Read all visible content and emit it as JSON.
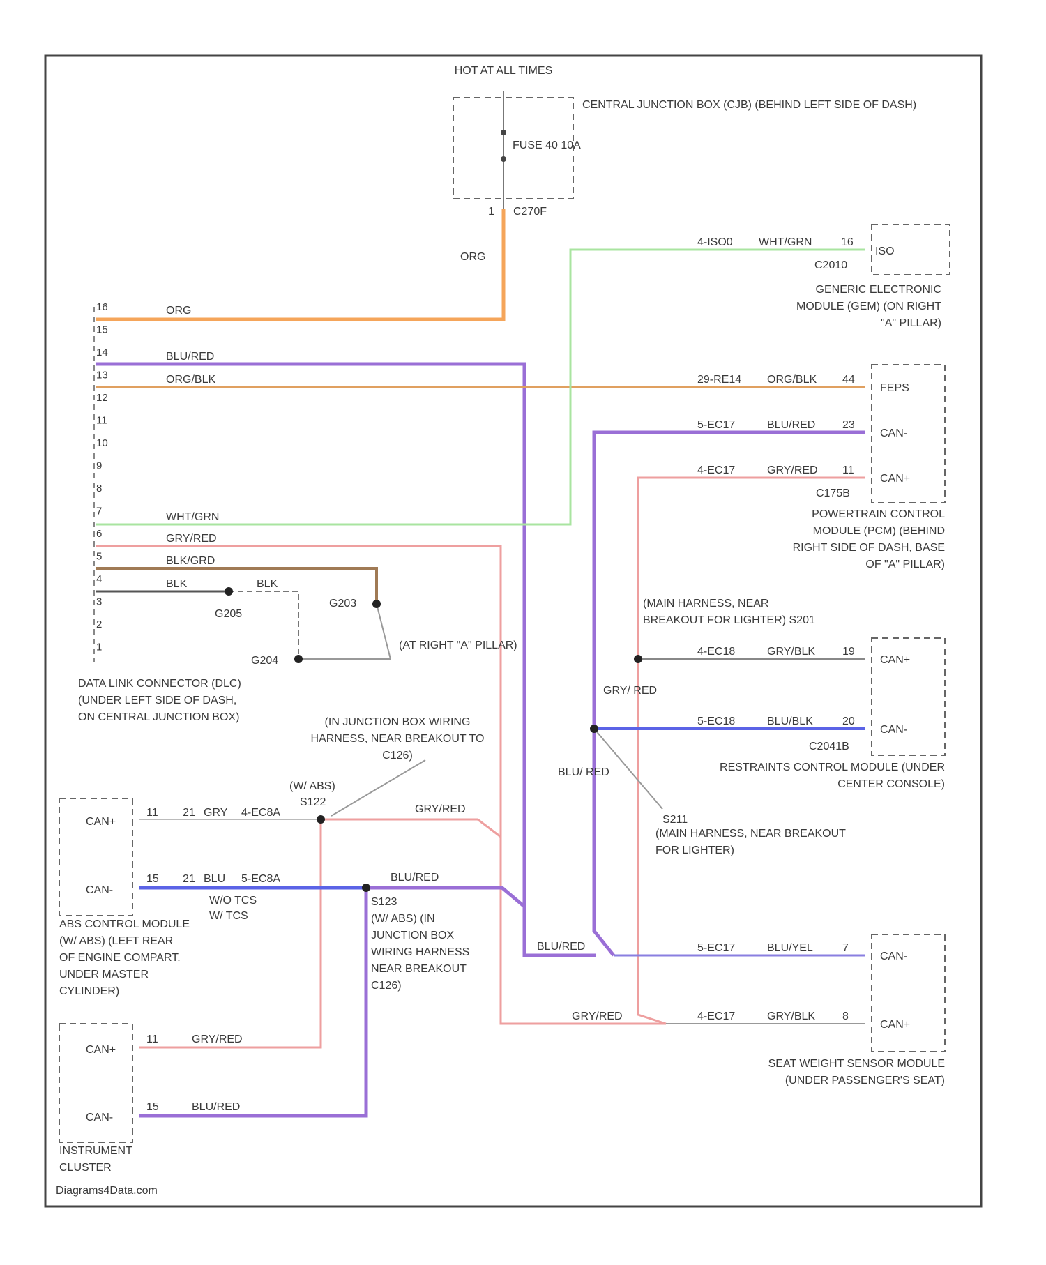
{
  "diagram": {
    "watermark": "Diagrams4Data.com",
    "fuse_block": {
      "power": "HOT AT ALL TIMES",
      "name": "CENTRAL JUNCTION BOX (CJB) (BEHIND LEFT SIDE OF DASH)",
      "fuse": "FUSE 40 10A",
      "pin": "1",
      "connector": "C270F",
      "wire": "ORG"
    },
    "dlc": {
      "name": "DATA LINK CONNECTOR (DLC) (UNDER LEFT SIDE OF DASH, ON CENTRAL JUNCTION BOX)",
      "pins": [
        "16",
        "15",
        "14",
        "13",
        "12",
        "11",
        "10",
        "9",
        "8",
        "7",
        "6",
        "5",
        "4",
        "3",
        "2",
        "1"
      ],
      "wires": {
        "p16": "ORG",
        "p14": "BLU/RED",
        "p13": "ORG/BLK",
        "p7": "WHT/GRN",
        "p6": "GRY/RED",
        "p5": "BLK/GRD",
        "p4": "BLK"
      }
    },
    "grounds": {
      "g205": "G205",
      "g203": "G203",
      "g204": "G204",
      "loc": "(AT RIGHT \"A\" PILLAR)",
      "blk": "BLK"
    },
    "gem": {
      "name": "GENERIC ELECTRONIC MODULE (GEM) (ON RIGHT \"A\" PILLAR)",
      "circuit": "4-ISO0",
      "wire": "WHT/GRN",
      "pin": "16",
      "connector": "C2010",
      "terminal": "ISO"
    },
    "pcm": {
      "name": "POWERTRAIN CONTROL MODULE (PCM) (BEHIND RIGHT SIDE OF DASH, BASE OF \"A\" PILLAR)",
      "connector": "C175B",
      "rows": [
        {
          "circuit": "29-RE14",
          "wire": "ORG/BLK",
          "pin": "44",
          "terminal": "FEPS"
        },
        {
          "circuit": "5-EC17",
          "wire": "BLU/RED",
          "pin": "23",
          "terminal": "CAN-"
        },
        {
          "circuit": "4-EC17",
          "wire": "GRY/RED",
          "pin": "11",
          "terminal": "CAN+"
        }
      ]
    },
    "s201": {
      "label": "(MAIN HARNESS, NEAR BREAKOUT FOR LIGHTER)",
      "name": "S201"
    },
    "rcm": {
      "name": "RESTRAINTS CONTROL MODULE (UNDER CENTER CONSOLE)",
      "connector": "C2041B",
      "rows": [
        {
          "circuit": "4-EC18",
          "wire": "GRY/BLK",
          "pin": "19",
          "terminal": "CAN+"
        },
        {
          "circuit": "5-EC18",
          "wire": "BLU/BLK",
          "pin": "20",
          "terminal": "CAN-"
        }
      ],
      "branch_wire": "GRY/ RED",
      "branch_wire2": "BLU/ RED"
    },
    "s211": {
      "name": "S211",
      "label": "(MAIN HARNESS, NEAR BREAKOUT FOR LIGHTER)"
    },
    "abs": {
      "name": "ABS CONTROL MODULE (W/ ABS) (LEFT REAR OF ENGINE COMPART. UNDER MASTER CYLINDER)",
      "row1": {
        "terminal": "CAN+",
        "pin": "11",
        "pin2": "21",
        "wire": "GRY",
        "circuit": "4-EC8A"
      },
      "row2": {
        "terminal": "CAN-",
        "pin": "15",
        "pin2": "21",
        "wire": "BLU",
        "circuit": "5-EC8A"
      },
      "note1": "W/O TCS",
      "note2": "W/ TCS"
    },
    "s122": {
      "label1": "(W/ ABS)",
      "name": "S122",
      "junction_label": "(IN JUNCTION BOX WIRING HARNESS, NEAR BREAKOUT TO C126)",
      "wire": "GRY/RED"
    },
    "s123": {
      "name": "S123",
      "label": "(W/ ABS) (IN JUNCTION BOX WIRING HARNESS NEAR BREAKOUT C126)",
      "wire": "BLU/RED"
    },
    "bottom_wires": {
      "blu_red": "BLU/RED",
      "gry_red": "GRY/RED"
    },
    "sws": {
      "name": "SEAT WEIGHT SENSOR MODULE (UNDER PASSENGER'S SEAT)",
      "rows": [
        {
          "circuit": "5-EC17",
          "wire": "BLU/YEL",
          "pin": "7",
          "terminal": "CAN-"
        },
        {
          "circuit": "4-EC17",
          "wire": "GRY/BLK",
          "pin": "8",
          "terminal": "CAN+"
        }
      ]
    },
    "cluster": {
      "name": "INSTRUMENT CLUSTER",
      "row1": {
        "terminal": "CAN+",
        "pin": "11",
        "wire": "GRY/RED"
      },
      "row2": {
        "terminal": "CAN-",
        "pin": "15",
        "wire": "BLU/RED"
      }
    },
    "colors": {
      "orange": "#f5a55a",
      "purple": "#9a6fd6",
      "blue": "#5b63e6",
      "green": "#a9e4a0",
      "pink": "#ee9f9f",
      "brown": "#a07a55",
      "gray": "#555555"
    }
  }
}
